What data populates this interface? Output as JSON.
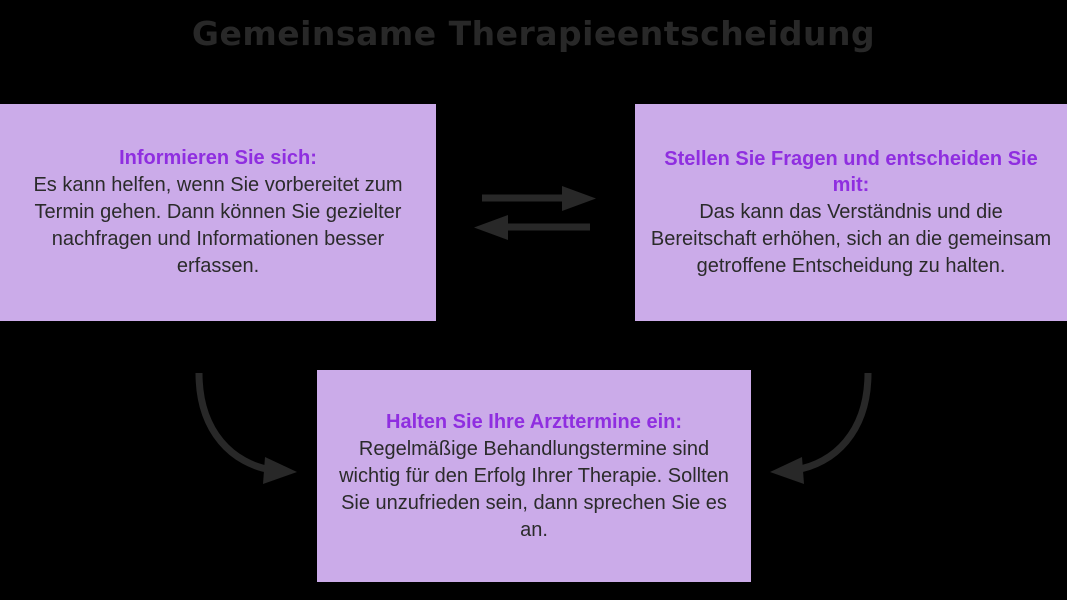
{
  "page": {
    "title": "Gemeinsame Therapieentscheidung",
    "background_color": "#000000",
    "title_color": "#282828"
  },
  "theme": {
    "box_fill": "#cbabe9",
    "heading_color": "#8f2ee0",
    "body_text_color": "#2b2b2b",
    "arrow_color": "#282828"
  },
  "boxes": [
    {
      "id": "inform",
      "heading": "Informieren Sie sich:",
      "body": "Es kann helfen, wenn Sie vorbereitet zum Termin gehen. Dann können Sie gezielter nachfragen und Informationen besser erfassen.",
      "position": "top-left"
    },
    {
      "id": "questions",
      "heading": "Stellen Sie Fragen und entscheiden Sie mit:",
      "body": "Das kann das Verständnis und die Bereitschaft erhöhen, sich an die gemeinsam getroffene Entscheidung zu halten.",
      "position": "top-right"
    },
    {
      "id": "appointments",
      "heading": "Halten Sie Ihre Arzttermine ein:",
      "body": "Regelmäßige Behandlungstermine sind wichtig für den Erfolg Ihrer Therapie. Sollten Sie unzufrieden sein, dann sprechen Sie es an.",
      "position": "bottom-center"
    }
  ],
  "connectors": [
    {
      "id": "inform-to-questions",
      "name": "arrow-right-straight",
      "from": "inform",
      "to": "questions",
      "direction": "right"
    },
    {
      "id": "questions-to-inform",
      "name": "arrow-left-straight",
      "from": "questions",
      "to": "inform",
      "direction": "left"
    },
    {
      "id": "inform-to-appointments",
      "name": "arrow-curved-down-right",
      "from": "inform",
      "to": "appointments",
      "direction": "down-right"
    },
    {
      "id": "questions-to-appointments",
      "name": "arrow-curved-down-left",
      "from": "questions",
      "to": "appointments",
      "direction": "down-left"
    }
  ]
}
